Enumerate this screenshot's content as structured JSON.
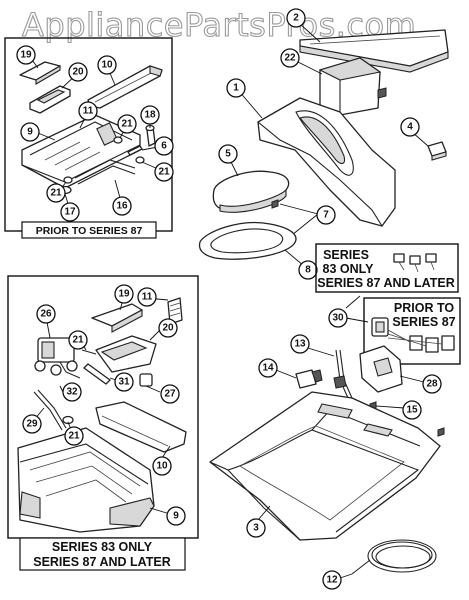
{
  "watermark": "AppliancePartsPros.com",
  "captions": {
    "top_left_box": "PRIOR TO SERIES 87",
    "bottom_left_box_line1": "SERIES  83  ONLY",
    "bottom_left_box_line2": "SERIES 87 AND LATER",
    "right_box_line1": "SERIES",
    "right_box_line2": "83 ONLY",
    "right_box_line3": "SERIES 87 AND LATER",
    "right_box2_line1": "PRIOR TO",
    "right_box2_line2": "SERIES 87"
  },
  "callouts": {
    "c1": "1",
    "c2": "2",
    "c3": "3",
    "c4": "4",
    "c5": "5",
    "c6": "6",
    "c7": "7",
    "c8": "8",
    "c9a": "9",
    "c9b": "9",
    "c10a": "10",
    "c10b": "10",
    "c11a": "11",
    "c11b": "11",
    "c12": "12",
    "c13": "13",
    "c14": "14",
    "c15": "15",
    "c16": "16",
    "c17": "17",
    "c18": "18",
    "c19a": "19",
    "c19b": "19",
    "c20a": "20",
    "c20b": "20",
    "c21a": "21",
    "c21b": "21",
    "c21c": "21",
    "c21d": "21",
    "c21e": "21",
    "c22": "22",
    "c26": "26",
    "c27": "27",
    "c28": "28",
    "c29": "29",
    "c30": "30",
    "c31": "31",
    "c32": "32"
  },
  "colors": {
    "ink": "#222222",
    "watermark": "#9a9a9a",
    "background": "#ffffff"
  }
}
